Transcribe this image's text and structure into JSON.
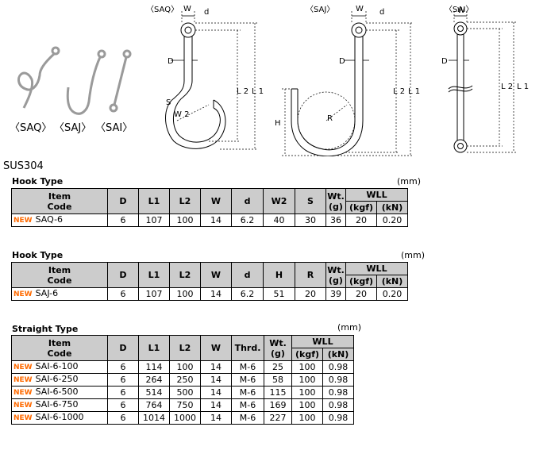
{
  "drawing_labels": {
    "saq": "〈SAQ〉",
    "saj": "〈SAJ〉",
    "sai": "〈SAI〉",
    "w": "W",
    "d": "d",
    "D": "D",
    "L1": "L 1",
    "L2": "L 2",
    "S": "S",
    "W2": "W 2",
    "H": "H",
    "R": "R"
  },
  "photo_captions": [
    "〈SAQ〉",
    "〈SAJ〉",
    "〈SAI〉"
  ],
  "material": "SUS304",
  "tables": {
    "saq": {
      "title": "Hook Type",
      "unit": "(mm)",
      "headers": [
        "Item Code",
        "D",
        "L1",
        "L2",
        "W",
        "d",
        "W2",
        "S",
        "Wt.",
        "(g)",
        "WLL",
        "(kgf)",
        "(kN)"
      ],
      "item_top": "Item",
      "item_bottom": "Code",
      "rows": [
        {
          "new": "NEW",
          "code": "SAQ-6",
          "cells": [
            "6",
            "107",
            "100",
            "14",
            "6.2",
            "40",
            "30",
            "36",
            "20",
            "0.20"
          ]
        }
      ]
    },
    "saj": {
      "title": "Hook Type",
      "unit": "(mm)",
      "headers": [
        "D",
        "L1",
        "L2",
        "W",
        "d",
        "H",
        "R",
        "Wt.",
        "(g)",
        "WLL",
        "(kgf)",
        "(kN)"
      ],
      "item_top": "Item",
      "item_bottom": "Code",
      "rows": [
        {
          "new": "NEW",
          "code": "SAJ-6",
          "cells": [
            "6",
            "107",
            "100",
            "14",
            "6.2",
            "51",
            "20",
            "39",
            "20",
            "0.20"
          ]
        }
      ]
    },
    "sai": {
      "title": "Straight Type",
      "unit": "(mm)",
      "headers": [
        "D",
        "L1",
        "L2",
        "W",
        "Thrd.",
        "Wt.",
        "(g)",
        "WLL",
        "(kgf)",
        "(kN)"
      ],
      "item_top": "Item",
      "item_bottom": "Code",
      "rows": [
        {
          "new": "NEW",
          "code": "SAI-6-100",
          "cells": [
            "6",
            "114",
            "100",
            "14",
            "M-6",
            "25",
            "100",
            "0.98"
          ]
        },
        {
          "new": "NEW",
          "code": "SAI-6-250",
          "cells": [
            "6",
            "264",
            "250",
            "14",
            "M-6",
            "58",
            "100",
            "0.98"
          ]
        },
        {
          "new": "NEW",
          "code": "SAI-6-500",
          "cells": [
            "6",
            "514",
            "500",
            "14",
            "M-6",
            "115",
            "100",
            "0.98"
          ]
        },
        {
          "new": "NEW",
          "code": "SAI-6-750",
          "cells": [
            "6",
            "764",
            "750",
            "14",
            "M-6",
            "169",
            "100",
            "0.98"
          ]
        },
        {
          "new": "NEW",
          "code": "SAI-6-1000",
          "cells": [
            "6",
            "1014",
            "1000",
            "14",
            "M-6",
            "227",
            "100",
            "0.98"
          ]
        }
      ]
    }
  }
}
